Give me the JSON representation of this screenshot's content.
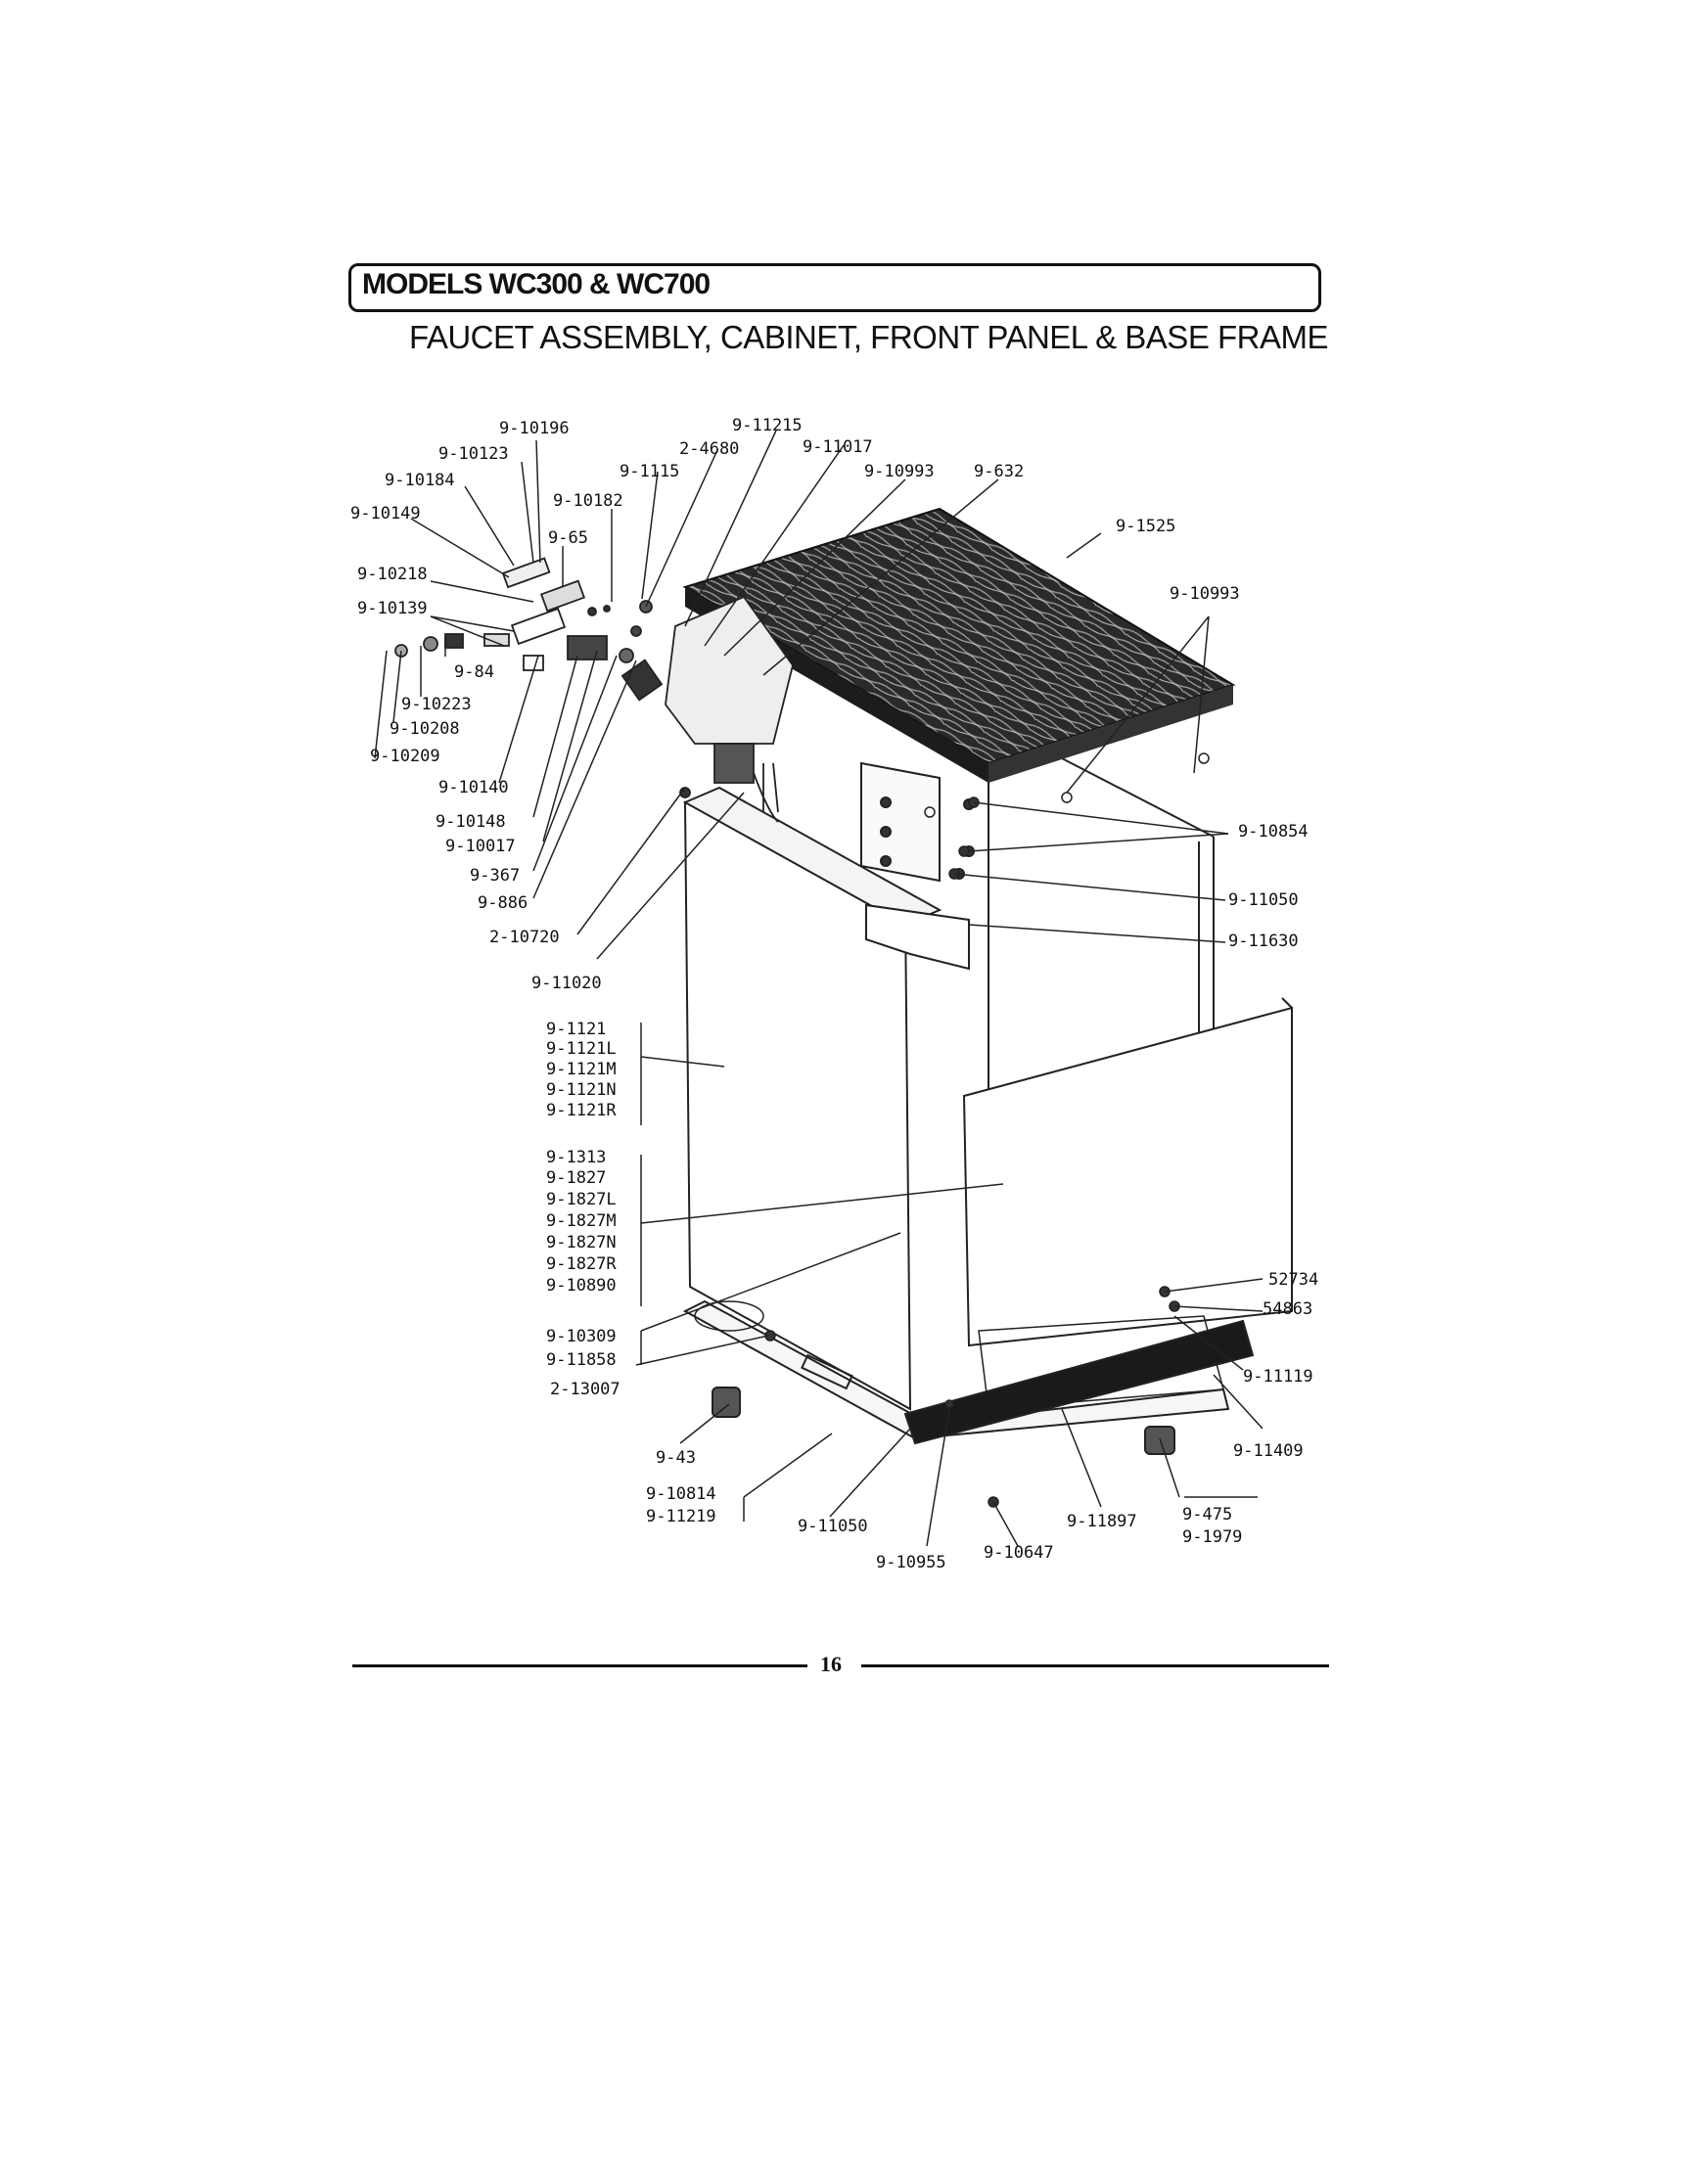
{
  "header": {
    "model_title": "MODELS WC300 & WC700",
    "subtitle": "FAUCET ASSEMBLY, CABINET, FRONT PANEL & BASE FRAME"
  },
  "part_labels": {
    "p_9_10196": "9-10196",
    "p_9_11215": "9-11215",
    "p_9_10123": "9-10123",
    "p_2_4680": "2-4680",
    "p_9_11017": "9-11017",
    "p_9_1115": "9-1115",
    "p_9_10993_top": "9-10993",
    "p_9_632": "9-632",
    "p_9_10184": "9-10184",
    "p_9_10182": "9-10182",
    "p_9_10149": "9-10149",
    "p_9_1525": "9-1525",
    "p_9_65": "9-65",
    "p_9_10218": "9-10218",
    "p_9_10993_right": "9-10993",
    "p_9_10139": "9-10139",
    "p_9_84": "9-84",
    "p_9_10223": "9-10223",
    "p_9_10208": "9-10208",
    "p_9_10209": "9-10209",
    "p_9_10140": "9-10140",
    "p_9_10148": "9-10148",
    "p_9_10854": "9-10854",
    "p_9_10017": "9-10017",
    "p_9_367": "9-367",
    "p_9_11050_right": "9-11050",
    "p_9_886": "9-886",
    "p_2_10720": "2-10720",
    "p_9_11630": "9-11630",
    "p_9_11020": "9-11020",
    "p_9_1121": "9-1121",
    "p_9_1121L": "9-1121L",
    "p_9_1121M": "9-1121M",
    "p_9_1121N": "9-1121N",
    "p_9_1121R": "9-1121R",
    "p_9_1313": "9-1313",
    "p_9_1827": "9-1827",
    "p_9_1827L": "9-1827L",
    "p_9_1827M": "9-1827M",
    "p_9_1827N": "9-1827N",
    "p_9_1827R": "9-1827R",
    "p_9_10890": "9-10890",
    "p_52734": "52734",
    "p_54863": "54863",
    "p_9_10309": "9-10309",
    "p_9_11858": "9-11858",
    "p_9_11119": "9-11119",
    "p_2_13007": "2-13007",
    "p_9_11409": "9-11409",
    "p_9_43": "9-43",
    "p_9_10814": "9-10814",
    "p_9_11219": "9-11219",
    "p_9_11050_bottom": "9-11050",
    "p_9_11897": "9-11897",
    "p_9_475": "9-475",
    "p_9_1979": "9-1979",
    "p_9_10955": "9-10955",
    "p_9_10647": "9-10647"
  },
  "footer": {
    "page_number": "16"
  }
}
